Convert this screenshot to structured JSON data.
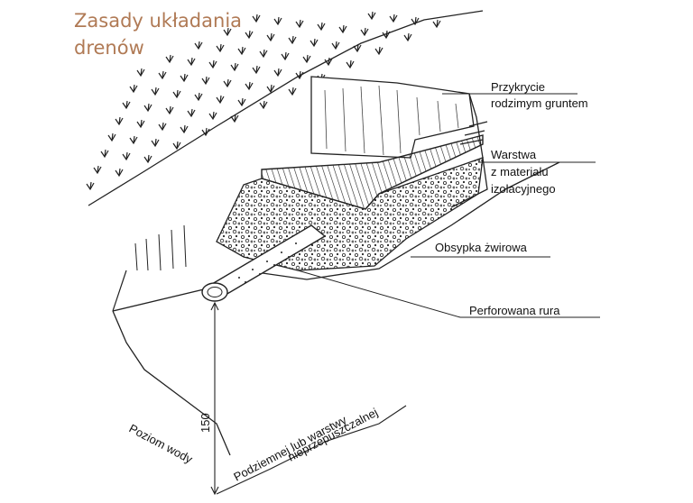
{
  "title": {
    "line1": "Zasady układania",
    "line2": "drenów"
  },
  "labels": {
    "cover": [
      "Przykrycie",
      "rodzimym gruntem"
    ],
    "insulation": [
      "Warstwa",
      "z materiału",
      "izolacyjnego"
    ],
    "gravel": "Obsypka żwirowa",
    "pipe": "Perforowana rura"
  },
  "dimension": {
    "value": "150",
    "water_level": "Poziom wody",
    "substrate": [
      "Podziemnej lub warstwy",
      "nieprzepuszczalnej"
    ]
  },
  "colors": {
    "title": "#b07a55",
    "ink": "#111111"
  }
}
